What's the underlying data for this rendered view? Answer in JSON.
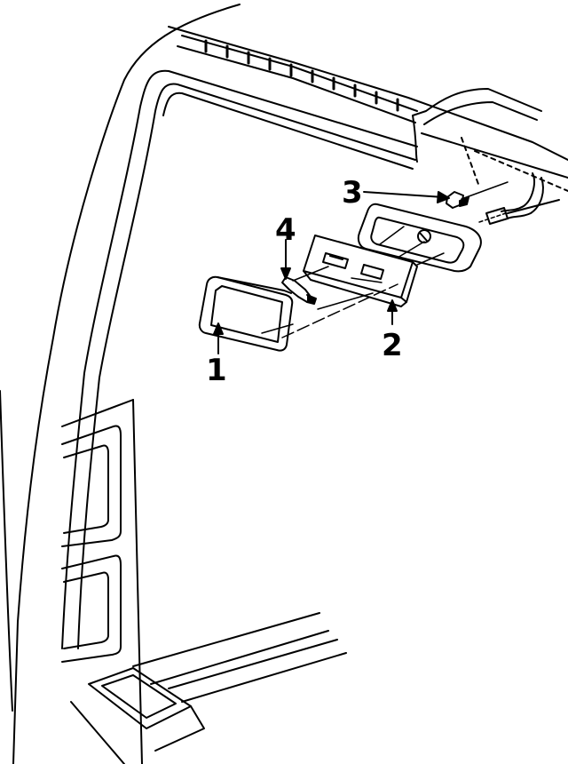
{
  "diagram": {
    "type": "exploded-parts-view",
    "callouts": [
      {
        "id": "1",
        "label": "1"
      },
      {
        "id": "2",
        "label": "2"
      },
      {
        "id": "3",
        "label": "3"
      },
      {
        "id": "4",
        "label": "4"
      }
    ],
    "colors": {
      "line": "#000000",
      "background": "#ffffff"
    }
  }
}
